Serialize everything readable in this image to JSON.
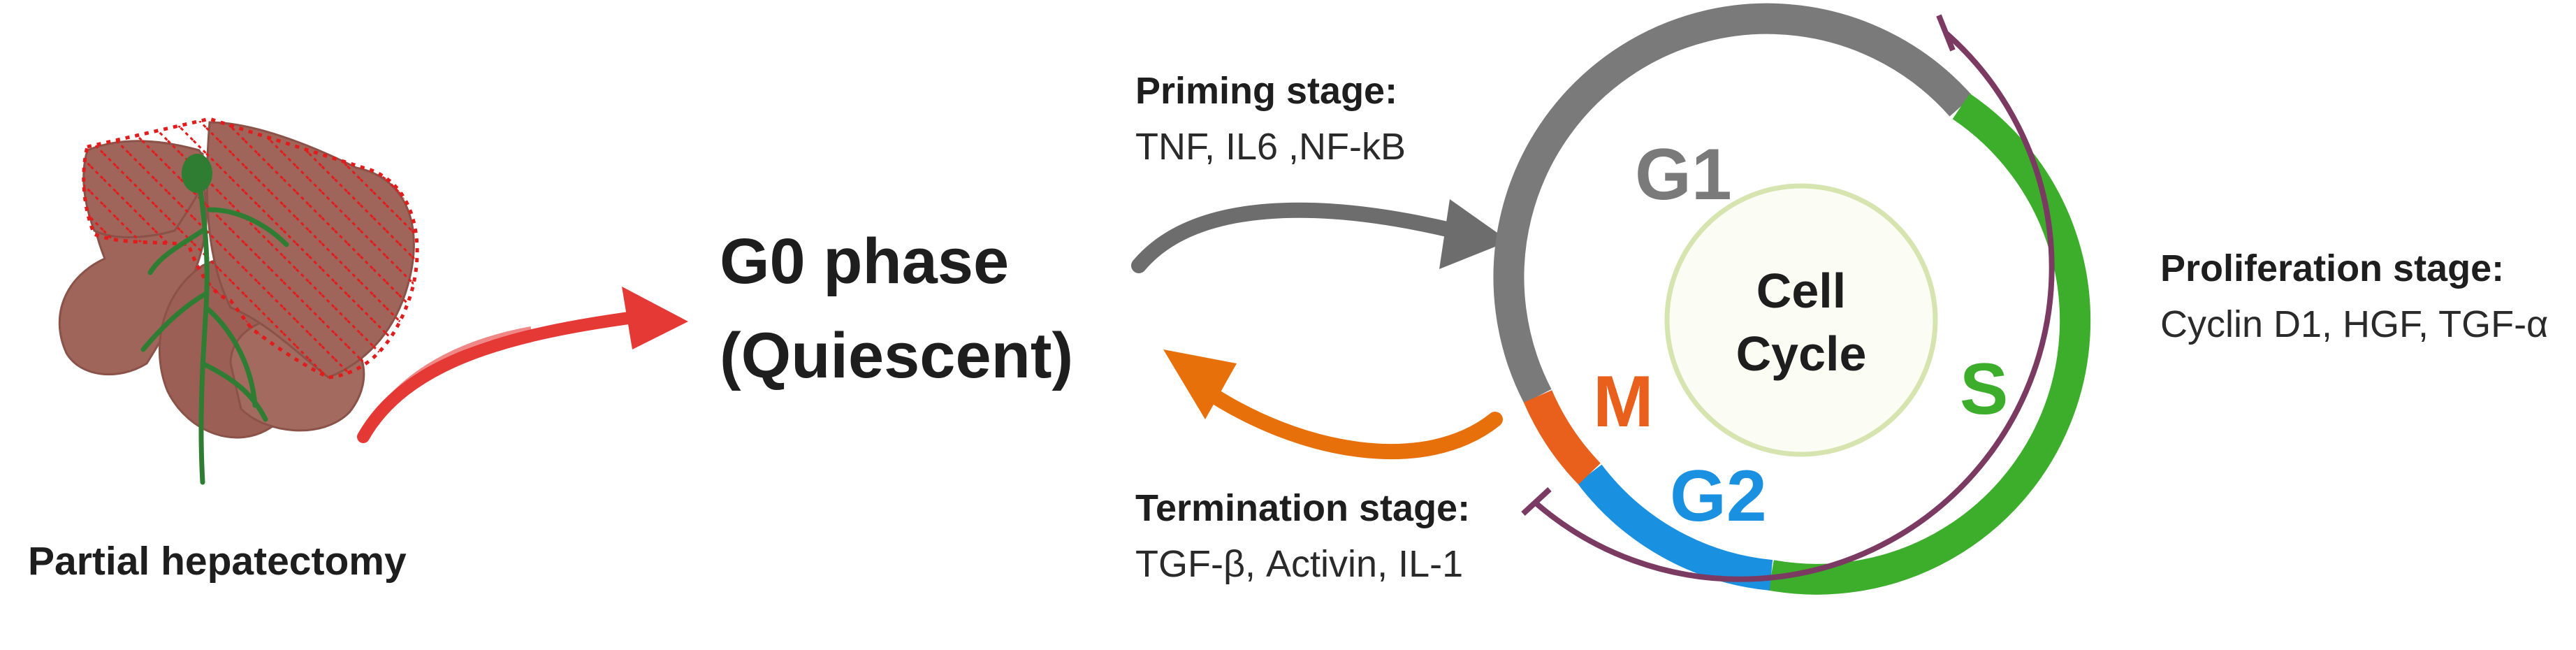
{
  "liver": {
    "caption": "Partial hepatectomy"
  },
  "g0": {
    "line1": "G0 phase",
    "line2": "(Quiescent)"
  },
  "priming": {
    "title": "Priming stage:",
    "factors": "TNF, IL6 ,NF-kB"
  },
  "termination": {
    "title": "Termination stage:",
    "factors": "TGF-β, Activin, IL-1"
  },
  "proliferation": {
    "title": "Proliferation stage:",
    "factors": "Cyclin D1, HGF, TGF-α"
  },
  "cell_cycle": {
    "center_line1": "Cell",
    "center_line2": "Cycle",
    "phases": [
      {
        "label": "G1",
        "color": "#7a7a7a"
      },
      {
        "label": "S",
        "color": "#3dae2b"
      },
      {
        "label": "G2",
        "color": "#1a90e0"
      },
      {
        "label": "M",
        "color": "#e8601c"
      }
    ]
  },
  "colors": {
    "liver_fill": "#a0655a",
    "liver_hatch": "#e21b1b",
    "vessel": "#2e7d32",
    "arrow_red": "#e53935",
    "arrow_grey": "#6d6d6d",
    "arrow_orange": "#e8700a",
    "bracket": "#7b3a62",
    "inner_ring": "#d6e4b0",
    "text_dark": "#1e1e1e"
  }
}
